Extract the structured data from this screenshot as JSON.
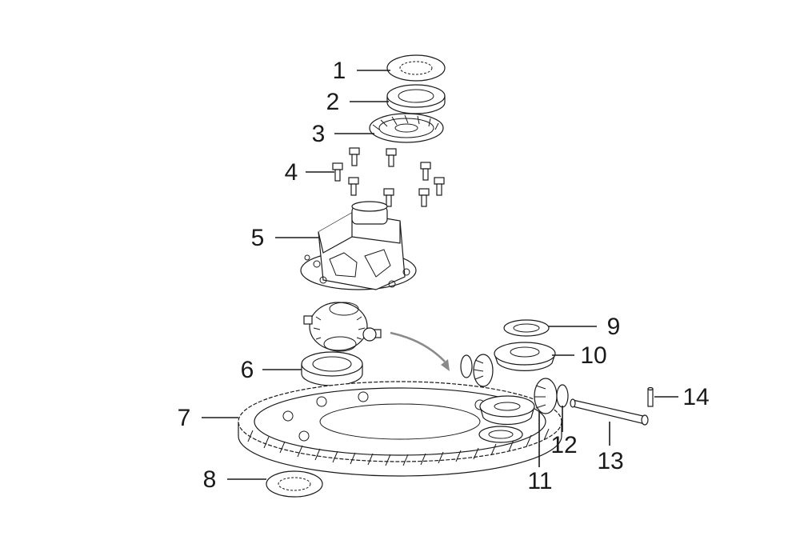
{
  "colors": {
    "line": "#1a1a1a",
    "arrow": "#8a8a8a",
    "background": "#ffffff"
  },
  "callouts": [
    {
      "id": "1"
    },
    {
      "id": "2"
    },
    {
      "id": "3"
    },
    {
      "id": "4"
    },
    {
      "id": "5"
    },
    {
      "id": "6"
    },
    {
      "id": "7"
    },
    {
      "id": "8"
    },
    {
      "id": "9"
    },
    {
      "id": "10"
    },
    {
      "id": "11"
    },
    {
      "id": "12"
    },
    {
      "id": "13"
    },
    {
      "id": "14"
    }
  ]
}
